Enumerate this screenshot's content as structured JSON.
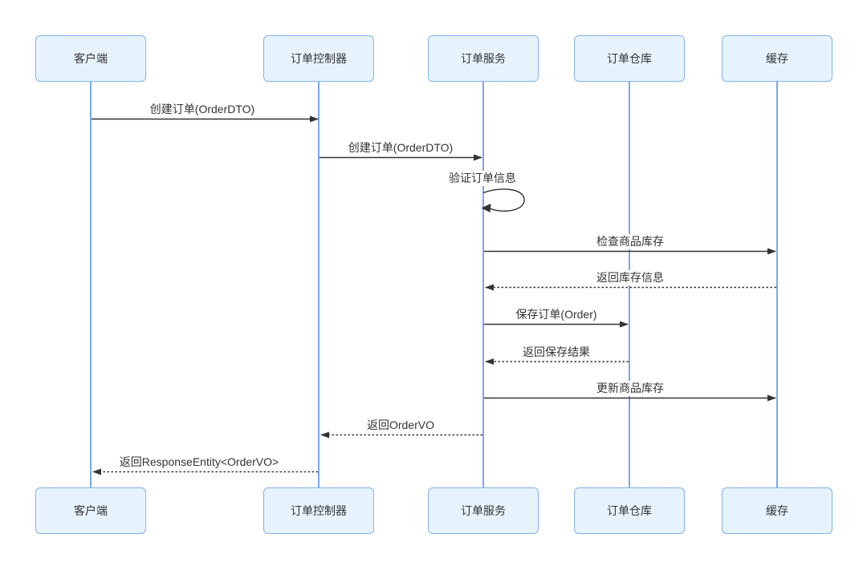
{
  "diagram_type": "uml-sequence-diagram",
  "actors": [
    {
      "id": "client",
      "label": "客户端"
    },
    {
      "id": "order-controller",
      "label": "订单控制器"
    },
    {
      "id": "order-service",
      "label": "订单服务"
    },
    {
      "id": "order-repository",
      "label": "订单仓库"
    },
    {
      "id": "cache",
      "label": "缓存"
    }
  ],
  "messages": [
    {
      "label": "创建订单(OrderDTO)",
      "from": "客户端",
      "to": "订单控制器",
      "line": "solid"
    },
    {
      "label": "创建订单(OrderDTO)",
      "from": "订单控制器",
      "to": "订单服务",
      "line": "solid"
    },
    {
      "label": "验证订单信息",
      "from": "订单服务",
      "to": "订单服务",
      "line": "self-loop"
    },
    {
      "label": "检查商品库存",
      "from": "订单服务",
      "to": "缓存",
      "line": "solid"
    },
    {
      "label": "返回库存信息",
      "from": "缓存",
      "to": "订单服务",
      "line": "dashed"
    },
    {
      "label": "保存订单(Order)",
      "from": "订单服务",
      "to": "订单仓库",
      "line": "solid"
    },
    {
      "label": "返回保存结果",
      "from": "订单仓库",
      "to": "订单服务",
      "line": "dashed"
    },
    {
      "label": "更新商品库存",
      "from": "订单服务",
      "to": "缓存",
      "line": "solid"
    },
    {
      "label": "返回OrderVO",
      "from": "订单服务",
      "to": "订单控制器",
      "line": "dashed"
    },
    {
      "label": "返回ResponseEntity<OrderVO>",
      "from": "订单控制器",
      "to": "客户端",
      "line": "dashed"
    }
  ],
  "colors": {
    "background": "#ffffff",
    "actor_fill": "#e7f3fc",
    "actor_border": "#82b1ec",
    "lifeline": "#7aa7f0",
    "message_line": "#333333",
    "text": "#333333"
  }
}
